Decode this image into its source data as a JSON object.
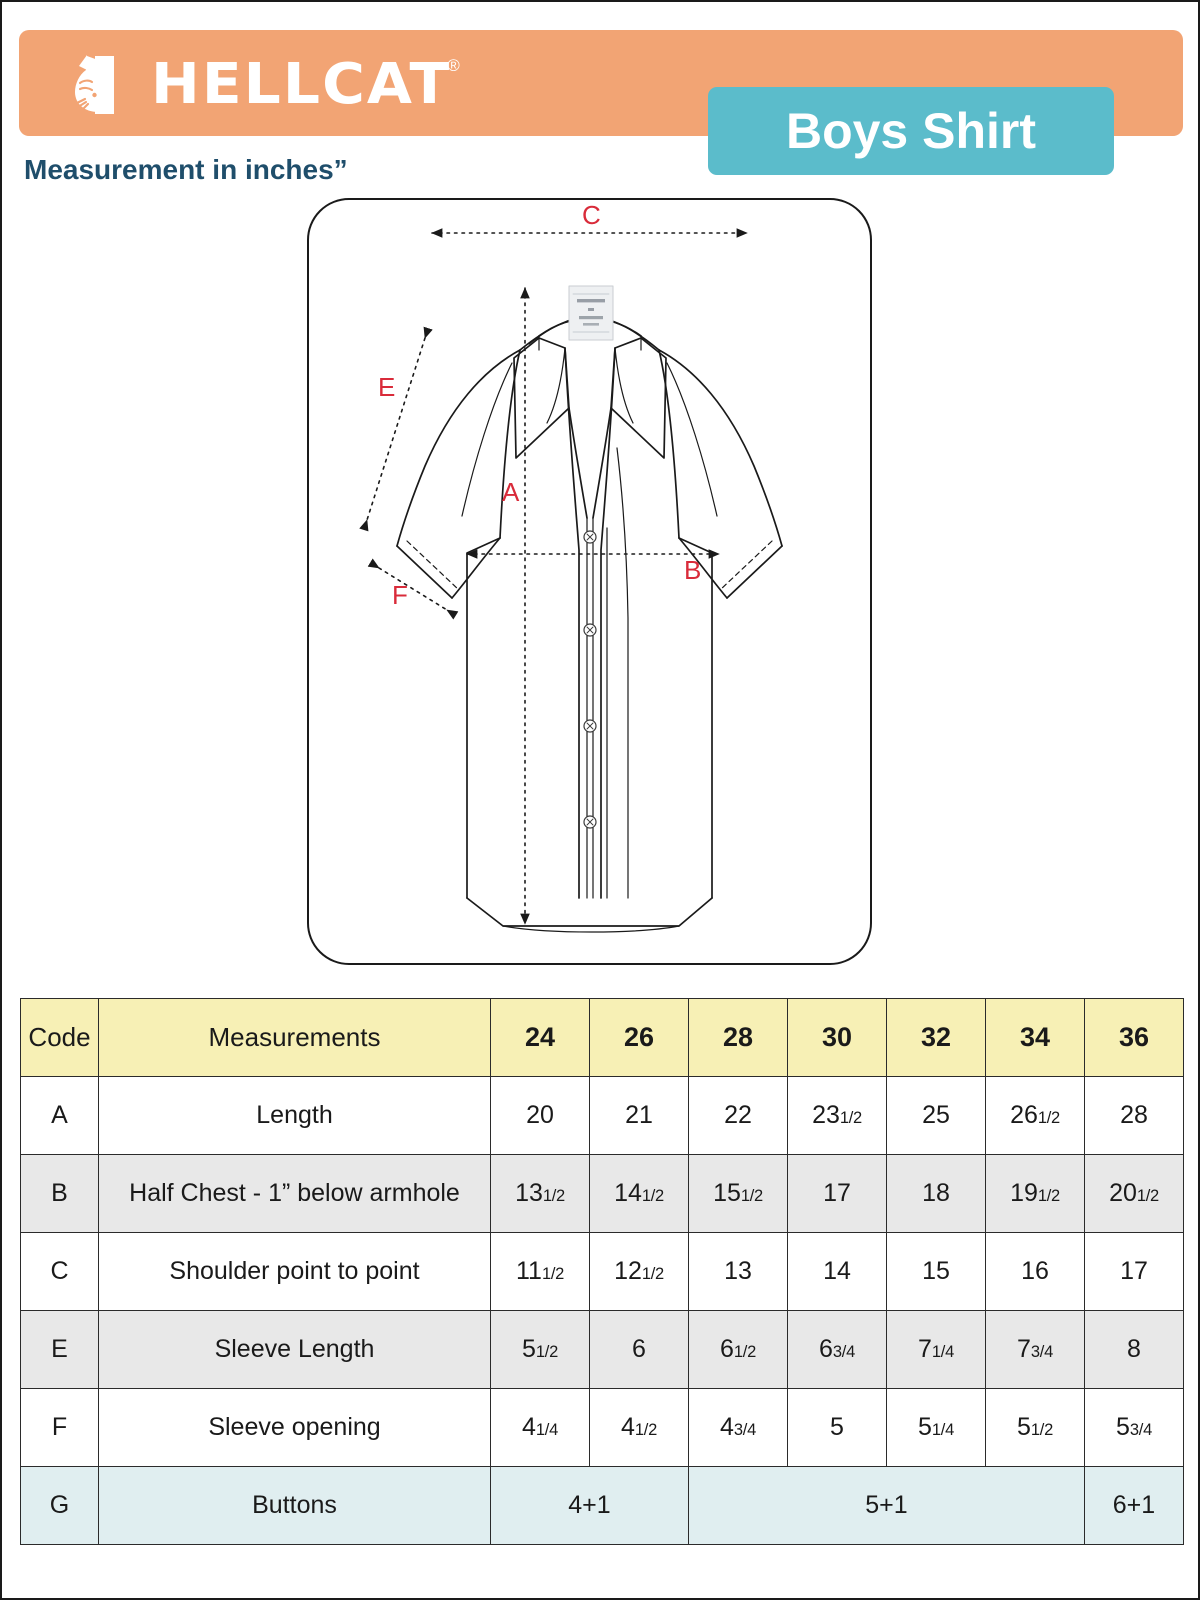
{
  "brand": {
    "name": "HELLCAT",
    "registered_mark": "®",
    "logo_icon": "cat-head-logo",
    "band_color": "#f2a474"
  },
  "title_badge": {
    "label": "Boys Shirt",
    "background_color": "#5bbccb",
    "text_color": "#ffffff"
  },
  "unit_note": "Measurement in inches”",
  "diagram": {
    "icon": "short-sleeve-shirt-technical-drawing",
    "labels": [
      {
        "code": "C",
        "meaning": "Shoulder point to point"
      },
      {
        "code": "A",
        "meaning": "Length"
      },
      {
        "code": "B",
        "meaning": "Half Chest"
      },
      {
        "code": "E",
        "meaning": "Sleeve Length"
      },
      {
        "code": "F",
        "meaning": "Sleeve opening"
      }
    ],
    "label_color": "#d92b3a"
  },
  "table": {
    "header": {
      "code": "Code",
      "measurements": "Measurements",
      "sizes": [
        "24",
        "26",
        "28",
        "30",
        "32",
        "34",
        "36"
      ],
      "background_color": "#f7f0b5"
    },
    "rows": [
      {
        "code": "A",
        "measurement": "Length",
        "values": [
          "20",
          "21",
          "22",
          "23½",
          "25",
          "26½",
          "28"
        ],
        "whole": [
          "20",
          "21",
          "22",
          "23",
          "25",
          "26",
          "28"
        ],
        "fraction": [
          "",
          "",
          "",
          "1/2",
          "",
          "1/2",
          ""
        ],
        "shaded": false
      },
      {
        "code": "B",
        "measurement": "Half Chest  - 1” below armhole",
        "values": [
          "13½",
          "14½",
          "15½",
          "17",
          "18",
          "19½",
          "20½"
        ],
        "whole": [
          "13",
          "14",
          "15",
          "17",
          "18",
          "19",
          "20"
        ],
        "fraction": [
          "1/2",
          "1/2",
          "1/2",
          "",
          "",
          "1/2",
          "1/2"
        ],
        "shaded": true
      },
      {
        "code": "C",
        "measurement": "Shoulder point to point",
        "values": [
          "11½",
          "12½",
          "13",
          "14",
          "15",
          "16",
          "17"
        ],
        "whole": [
          "11",
          "12",
          "13",
          "14",
          "15",
          "16",
          "17"
        ],
        "fraction": [
          "1/2",
          "1/2",
          "",
          "",
          "",
          "",
          ""
        ],
        "shaded": false
      },
      {
        "code": "E",
        "measurement": "Sleeve Length",
        "values": [
          "5½",
          "6",
          "6½",
          "6¾",
          "7¼",
          "7¾",
          "8"
        ],
        "whole": [
          "5",
          "6",
          "6",
          "6",
          "7",
          "7",
          "8"
        ],
        "fraction": [
          "1/2",
          "",
          "1/2",
          "3/4",
          "1/4",
          "3/4",
          ""
        ],
        "shaded": true
      },
      {
        "code": "F",
        "measurement": "Sleeve opening",
        "values": [
          "4¼",
          "4½",
          "4¾",
          "5",
          "5¼",
          "5½",
          "5¾"
        ],
        "whole": [
          "4",
          "4",
          "4",
          "5",
          "5",
          "5",
          "5"
        ],
        "fraction": [
          "1/4",
          "1/2",
          "3/4",
          "",
          "1/4",
          "1/2",
          "3/4"
        ],
        "shaded": false
      }
    ],
    "buttons_row": {
      "code": "G",
      "measurement": "Buttons",
      "groups": [
        {
          "value": "4+1",
          "span": 2
        },
        {
          "value": "5+1",
          "span": 4
        },
        {
          "value": "6+1",
          "span": 1
        }
      ],
      "background_color": "#e0eef0"
    }
  }
}
